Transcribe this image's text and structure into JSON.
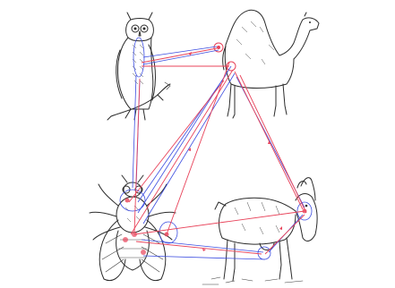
{
  "animals": [
    {
      "id": "owl",
      "icon": "owl-icon"
    },
    {
      "id": "camel",
      "icon": "camel-icon"
    },
    {
      "id": "goat",
      "icon": "goat-icon"
    },
    {
      "id": "fly",
      "icon": "fly-icon"
    }
  ],
  "colors": {
    "red": "#e8435a",
    "blue": "#3c4de0",
    "ink": "#2b2b2b"
  }
}
